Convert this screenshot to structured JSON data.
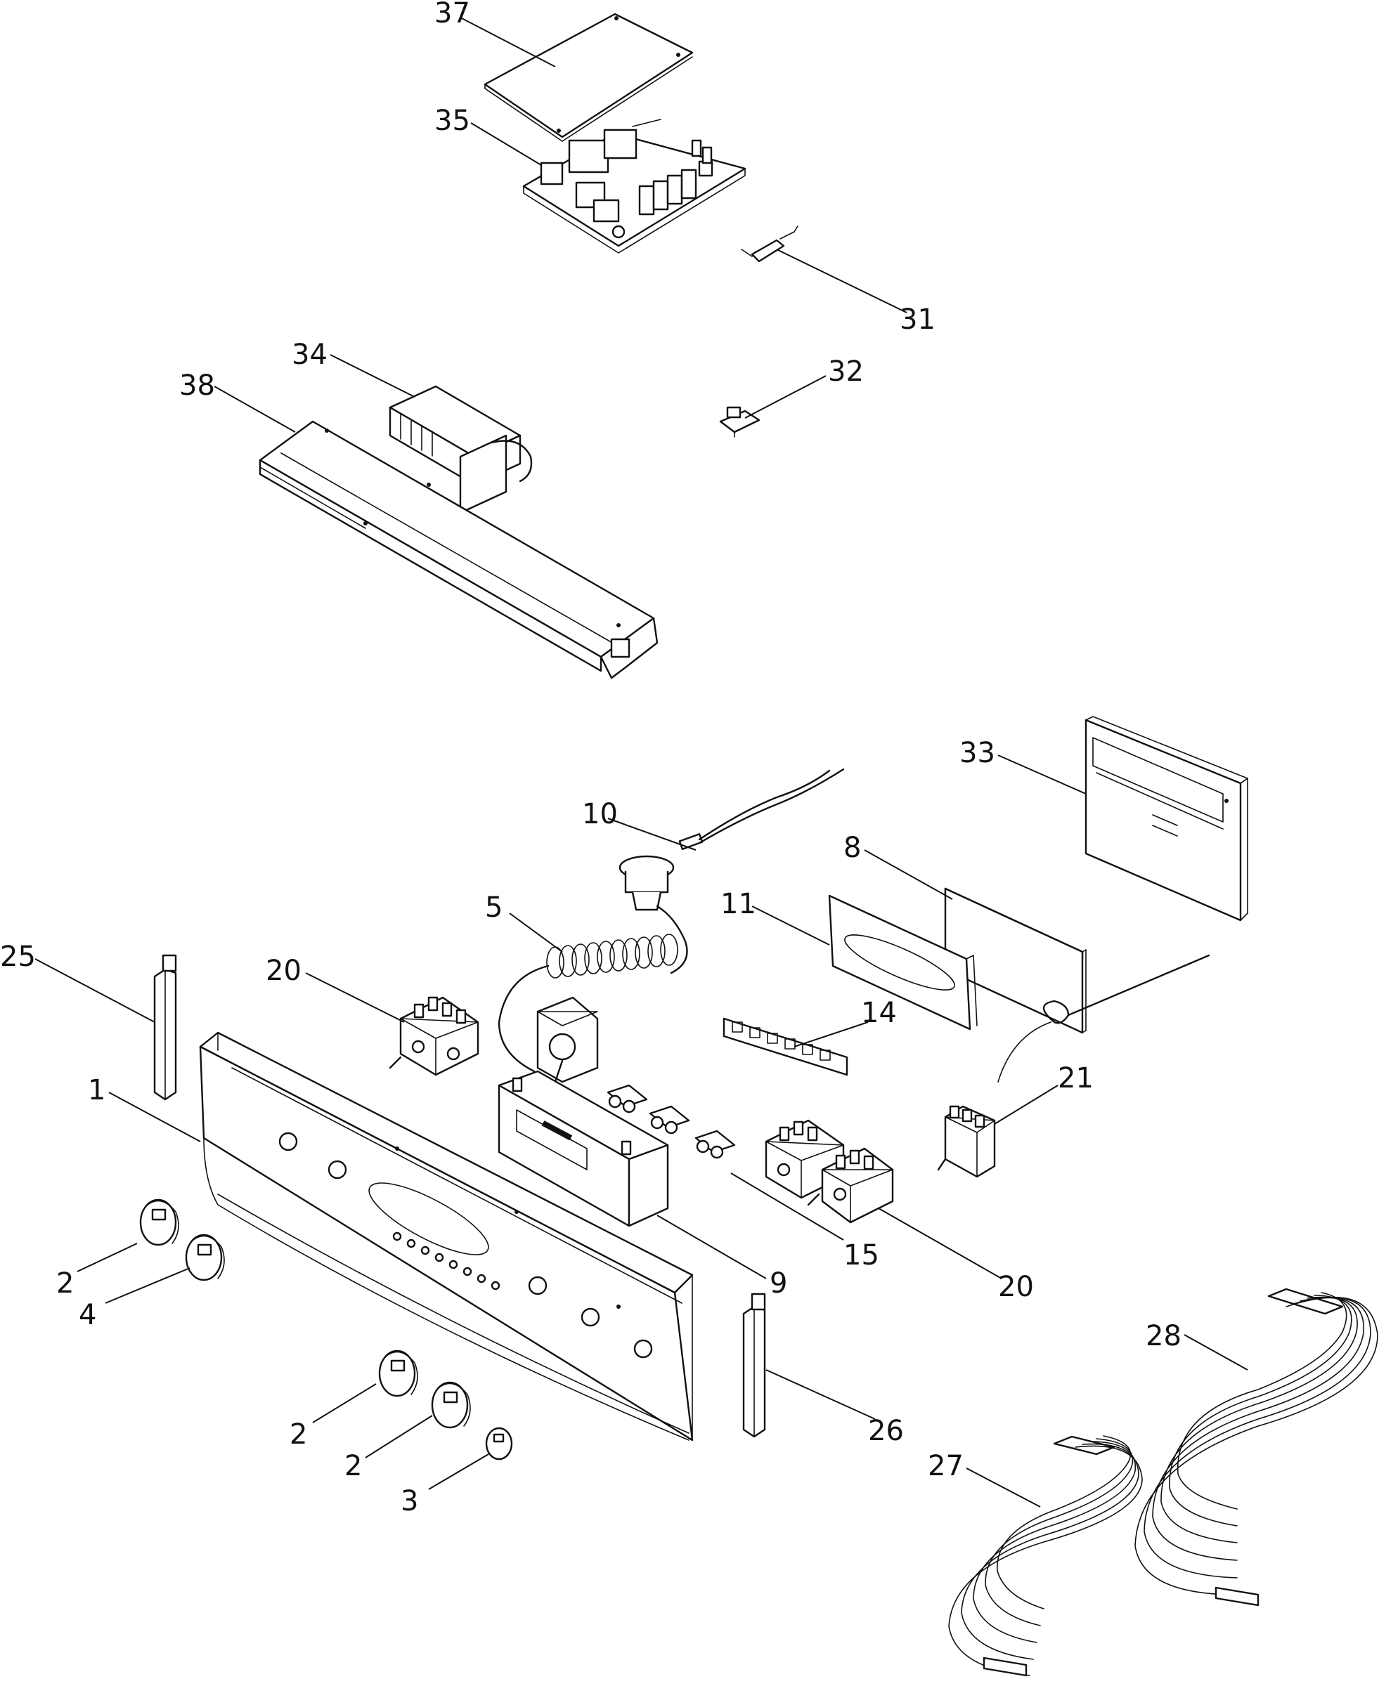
{
  "diagram": {
    "callouts": [
      {
        "id": "c37",
        "label": "37"
      },
      {
        "id": "c35",
        "label": "35"
      },
      {
        "id": "c31",
        "label": "31"
      },
      {
        "id": "c34",
        "label": "34"
      },
      {
        "id": "c38",
        "label": "38"
      },
      {
        "id": "c32",
        "label": "32"
      },
      {
        "id": "c33",
        "label": "33"
      },
      {
        "id": "c10",
        "label": "10"
      },
      {
        "id": "c8",
        "label": "8"
      },
      {
        "id": "c5",
        "label": "5"
      },
      {
        "id": "c11",
        "label": "11"
      },
      {
        "id": "c25",
        "label": "25"
      },
      {
        "id": "c20a",
        "label": "20"
      },
      {
        "id": "c14",
        "label": "14"
      },
      {
        "id": "c21",
        "label": "21"
      },
      {
        "id": "c1",
        "label": "1"
      },
      {
        "id": "c15",
        "label": "15"
      },
      {
        "id": "c20b",
        "label": "20"
      },
      {
        "id": "c9",
        "label": "9"
      },
      {
        "id": "c2a",
        "label": "2"
      },
      {
        "id": "c4",
        "label": "4"
      },
      {
        "id": "c28",
        "label": "28"
      },
      {
        "id": "c26",
        "label": "26"
      },
      {
        "id": "c2b",
        "label": "2"
      },
      {
        "id": "c2c",
        "label": "2"
      },
      {
        "id": "c27",
        "label": "27"
      },
      {
        "id": "c3",
        "label": "3"
      }
    ]
  }
}
